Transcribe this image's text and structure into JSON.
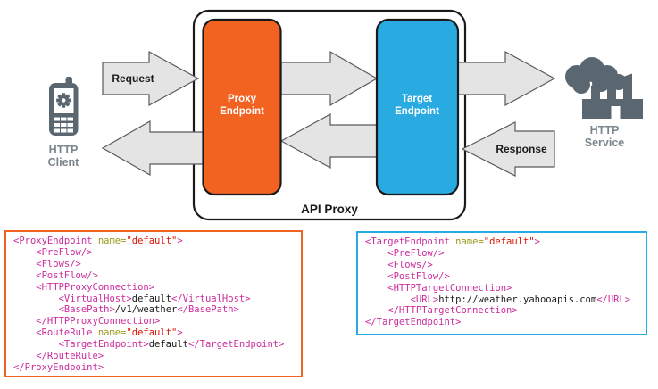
{
  "diagram": {
    "api_proxy_label": "API Proxy",
    "request_label": "Request",
    "response_label": "Response",
    "proxy_box": {
      "line1": "Proxy",
      "line2": "Endpoint"
    },
    "target_box": {
      "line1": "Target",
      "line2": "Endpoint"
    },
    "client": {
      "line1": "HTTP",
      "line2": "Client"
    },
    "service": {
      "line1": "HTTP",
      "line2": "Service"
    }
  },
  "colors": {
    "proxy_orange": "#F26322",
    "target_blue": "#29ABE2",
    "box_stroke": "#1A1A1A",
    "arrow_fill": "#E4E4E5",
    "arrow_stroke": "#58595B",
    "icon_gray": "#5A6771",
    "label_gray": "#7B868C",
    "code_tag": "#CC2C9C",
    "code_attr": "#9A9A1B",
    "code_string": "#DC1200",
    "code_text": "#1A1A1A"
  },
  "code_blocks": [
    {
      "name": "proxy-endpoint-xml",
      "accent": "#F26322",
      "lines": [
        [
          {
            "c": "tag",
            "t": "<ProxyEndpoint "
          },
          {
            "c": "attr",
            "t": "name="
          },
          {
            "c": "str",
            "t": "\"default\""
          },
          {
            "c": "tag",
            "t": ">"
          }
        ],
        [
          {
            "c": "tag",
            "t": "    <PreFlow/>"
          }
        ],
        [
          {
            "c": "tag",
            "t": "    <Flows/>"
          }
        ],
        [
          {
            "c": "tag",
            "t": "    <PostFlow/>"
          }
        ],
        [
          {
            "c": "tag",
            "t": "    <HTTPProxyConnection>"
          }
        ],
        [
          {
            "c": "tag",
            "t": "        <VirtualHost>"
          },
          {
            "c": "txt",
            "t": "default"
          },
          {
            "c": "tag",
            "t": "</VirtualHost>"
          }
        ],
        [
          {
            "c": "tag",
            "t": "        <BasePath>"
          },
          {
            "c": "txt",
            "t": "/v1/weather"
          },
          {
            "c": "tag",
            "t": "</BasePath>"
          }
        ],
        [
          {
            "c": "tag",
            "t": "    </HTTPProxyConnection>"
          }
        ],
        [
          {
            "c": "tag",
            "t": "    <RouteRule "
          },
          {
            "c": "attr",
            "t": "name="
          },
          {
            "c": "str",
            "t": "\"default\""
          },
          {
            "c": "tag",
            "t": ">"
          }
        ],
        [
          {
            "c": "tag",
            "t": "        <TargetEndpoint>"
          },
          {
            "c": "txt",
            "t": "default"
          },
          {
            "c": "tag",
            "t": "</TargetEndpoint>"
          }
        ],
        [
          {
            "c": "tag",
            "t": "    </RouteRule>"
          }
        ],
        [
          {
            "c": "tag",
            "t": "</ProxyEndpoint>"
          }
        ]
      ]
    },
    {
      "name": "target-endpoint-xml",
      "accent": "#29ABE2",
      "lines": [
        [
          {
            "c": "tag",
            "t": "<TargetEndpoint "
          },
          {
            "c": "attr",
            "t": "name="
          },
          {
            "c": "str",
            "t": "\"default\""
          },
          {
            "c": "tag",
            "t": ">"
          }
        ],
        [
          {
            "c": "tag",
            "t": "    <PreFlow/>"
          }
        ],
        [
          {
            "c": "tag",
            "t": "    <Flows/>"
          }
        ],
        [
          {
            "c": "tag",
            "t": "    <PostFlow/>"
          }
        ],
        [
          {
            "c": "tag",
            "t": "    <HTTPTargetConnection>"
          }
        ],
        [
          {
            "c": "tag",
            "t": "        <URL>"
          },
          {
            "c": "txt",
            "t": "http://weather.yahooapis.com"
          },
          {
            "c": "tag",
            "t": "</URL>"
          }
        ],
        [
          {
            "c": "tag",
            "t": "    </HTTPTargetConnection>"
          }
        ],
        [
          {
            "c": "tag",
            "t": "</TargetEndpoint>"
          }
        ]
      ]
    }
  ]
}
